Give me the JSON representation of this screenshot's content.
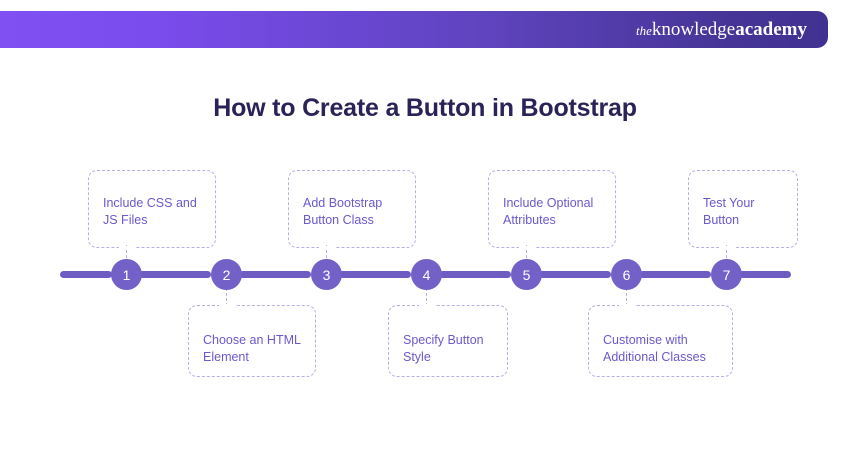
{
  "header": {
    "brand": {
      "the": "the",
      "knowledge": "knowledge",
      "academy": "academy"
    },
    "gradient_start": "#8050f2",
    "gradient_end": "#413191"
  },
  "title": "How to Create a Button in Bootstrap",
  "theme": {
    "title_color": "#2b2357",
    "node_color": "#7361c7",
    "line_color": "#6f5cc3",
    "card_border_color": "#b9aee4",
    "card_text_color": "#6a5acb",
    "background": "#ffffff"
  },
  "timeline": {
    "steps": [
      {
        "number": "1",
        "label": "Include CSS and\nJS Files",
        "position": "above"
      },
      {
        "number": "2",
        "label": "Choose an HTML\nElement",
        "position": "below"
      },
      {
        "number": "3",
        "label": "Add Bootstrap\nButton Class",
        "position": "above"
      },
      {
        "number": "4",
        "label": "Specify Button\nStyle",
        "position": "below"
      },
      {
        "number": "5",
        "label": "Include Optional\nAttributes",
        "position": "above"
      },
      {
        "number": "6",
        "label": "Customise with\nAdditional Classes",
        "position": "below"
      },
      {
        "number": "7",
        "label": "Test Your\nButton",
        "position": "above"
      }
    ]
  }
}
